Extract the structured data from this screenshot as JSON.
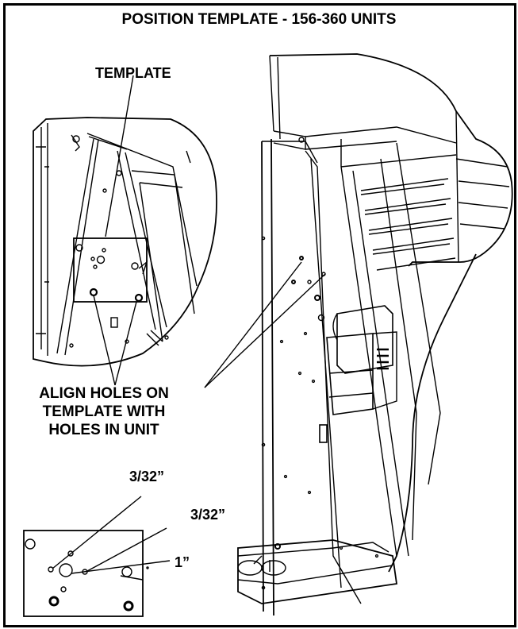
{
  "title": "POSITION TEMPLATE - 156-360 UNITS",
  "labels": {
    "template": "TEMPLATE",
    "align_line1": "ALIGN HOLES ON",
    "align_line2": "TEMPLATE WITH",
    "align_line3": "HOLES IN UNIT",
    "dim_small_hole_1": "3/32”",
    "dim_small_hole_2": "3/32”",
    "dim_large_hole": "1”"
  }
}
